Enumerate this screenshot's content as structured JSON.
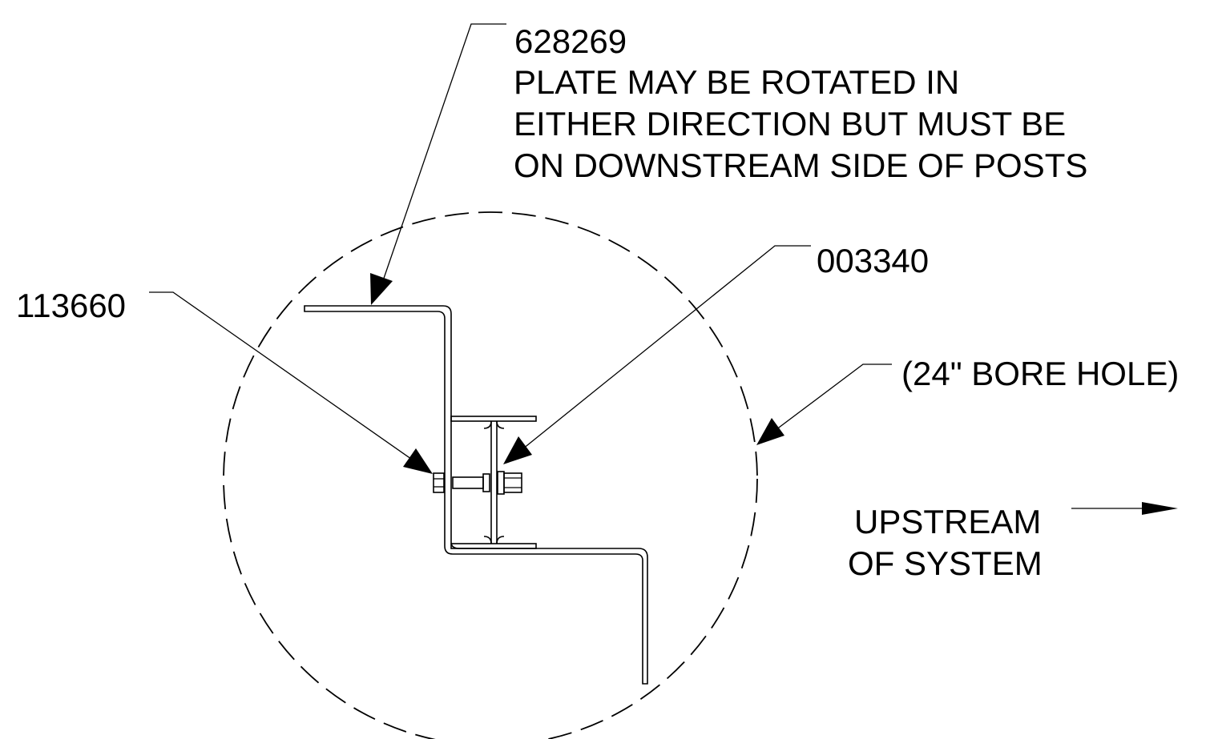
{
  "callouts": {
    "plate_part": "628269",
    "plate_note": [
      "PLATE MAY BE ROTATED IN",
      "EITHER DIRECTION BUT MUST BE",
      "ON DOWNSTREAM SIDE OF POSTS"
    ],
    "bolt_part": "113660",
    "nut_part": "003340",
    "bore_hole": "(24\" BORE HOLE)",
    "flow_direction": [
      "UPSTREAM",
      "OF SYSTEM"
    ]
  },
  "colors": {
    "line": "#000000",
    "background": "#ffffff"
  }
}
